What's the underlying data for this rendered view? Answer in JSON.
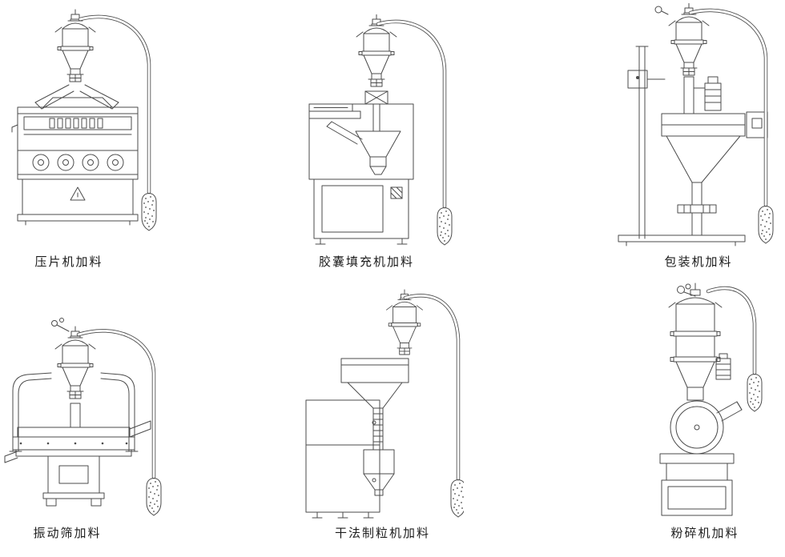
{
  "page": {
    "background_color": "#ffffff",
    "line_color": "#4b4b4b",
    "caption_color": "#1c1c1c",
    "description_type": "equipment line-drawing diagram"
  },
  "figures": [
    {
      "id": "tablet-press",
      "caption": "压片机加料"
    },
    {
      "id": "capsule-filling-machine",
      "caption": "胶囊填充机加料"
    },
    {
      "id": "packaging-machine",
      "caption": "包装机加料"
    },
    {
      "id": "vibrating-sieve",
      "caption": "振动筛加料"
    },
    {
      "id": "dry-granulator",
      "caption": "干法制粒机加料"
    },
    {
      "id": "pulverizer",
      "caption": "粉碎机加料"
    }
  ]
}
